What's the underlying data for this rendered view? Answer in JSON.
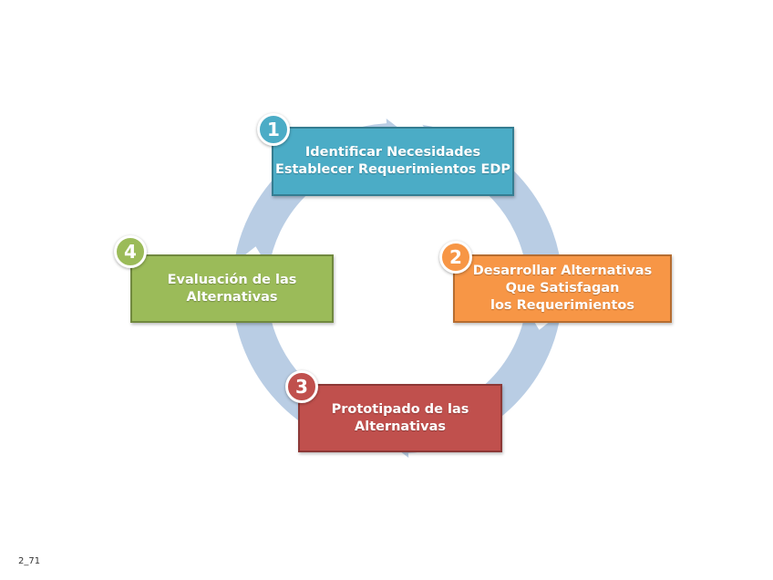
{
  "colors": {
    "ring": "#b9cde4",
    "step1": "#4bacc6",
    "step1_border": "#357d91",
    "step2": "#f79646",
    "step2_border": "#b66d31",
    "step3": "#c0504d",
    "step3_border": "#8c3836",
    "step4": "#9bbb59",
    "step4_border": "#71893f"
  },
  "steps": [
    {
      "number": "1",
      "lines": [
        "Identificar Necesidades",
        "Establecer Requerimientos EDP"
      ]
    },
    {
      "number": "2",
      "lines": [
        "Desarrollar Alternativas",
        "Que Satisfagan",
        "los Requerimientos"
      ]
    },
    {
      "number": "3",
      "lines": [
        "Prototipado de las",
        "Alternativas"
      ]
    },
    {
      "number": "4",
      "lines": [
        "Evaluación de las",
        "Alternativas"
      ]
    }
  ],
  "slide_number": "2_71"
}
